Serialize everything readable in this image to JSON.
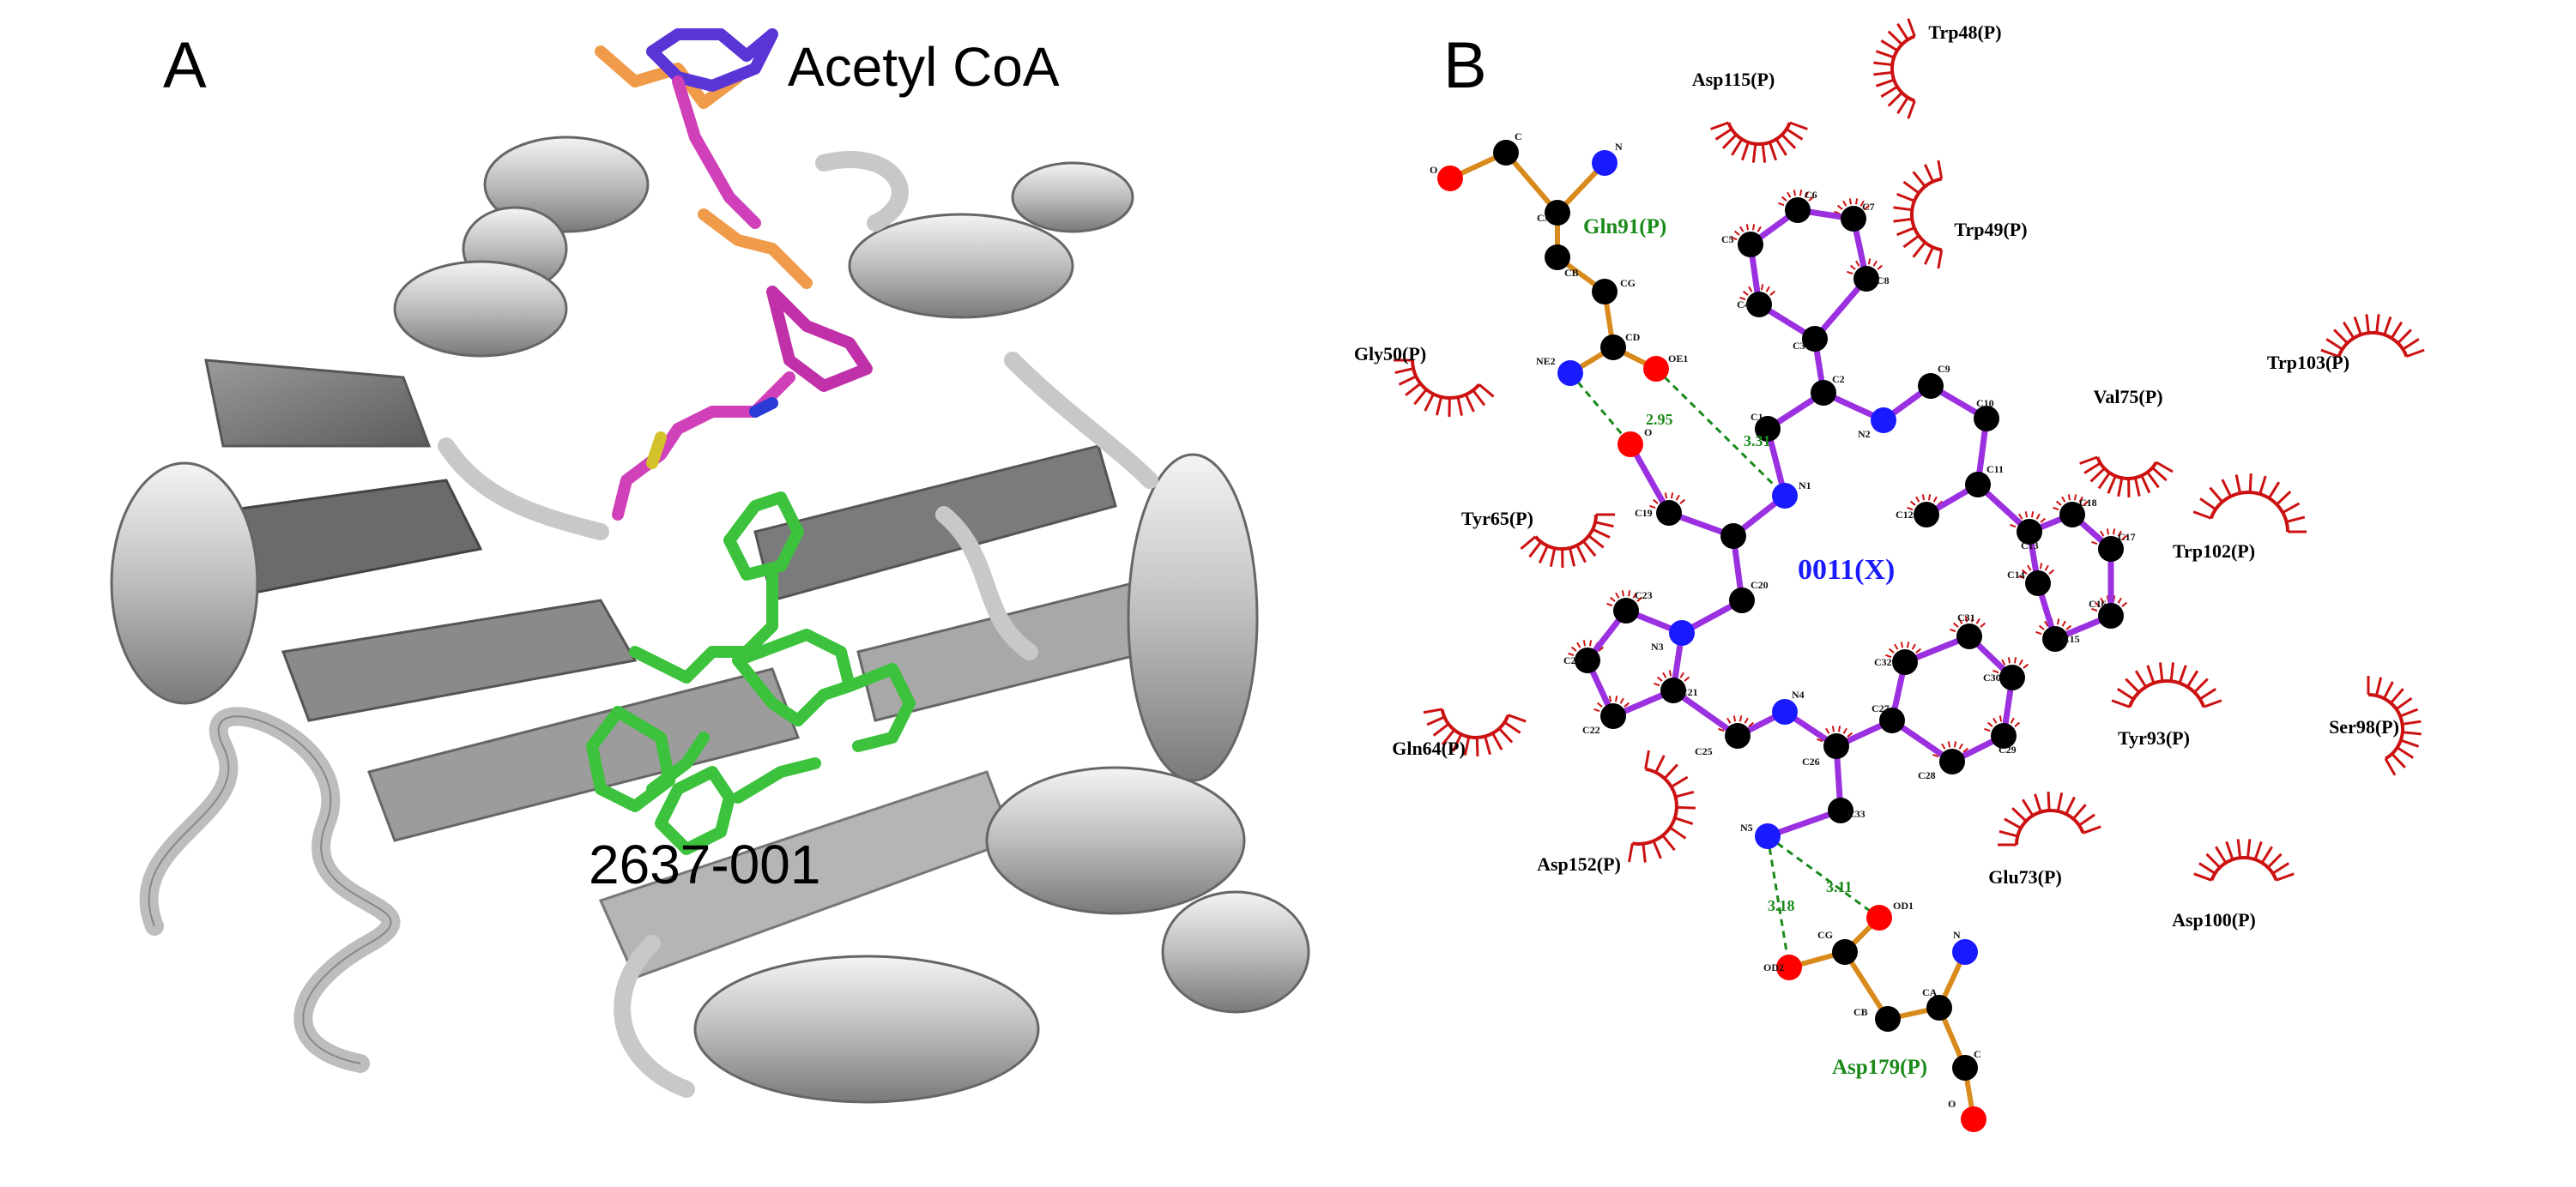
{
  "panel_a": {
    "letter": "A",
    "ligand_top_label": "Acetyl CoA",
    "ligand_bottom_label": "2637-001"
  },
  "panel_b": {
    "letter": "B",
    "ligand_name": "0011(X)",
    "colors": {
      "ligand_bond": "#9b30e0",
      "residue_bond": "#d98a1c",
      "carbon": "#000000",
      "nitrogen": "#1a1aff",
      "oxygen": "#ff0000",
      "hbond": "#1a8a1a",
      "hydrophobic_arc": "#cc1111",
      "hbond_label": "#1a8a1a",
      "ligand_label": "#1a1aff"
    },
    "hbond_residues": [
      {
        "name": "Gln91(P)"
      },
      {
        "name": "Asp179(P)"
      }
    ],
    "hbond_distances": [
      "2.95",
      "3.31",
      "3.18",
      "3.11"
    ],
    "hydrophobic_residues": [
      {
        "name": "Trp48(P)"
      },
      {
        "name": "Asp115(P)"
      },
      {
        "name": "Trp49(P)"
      },
      {
        "name": "Gly50(P)"
      },
      {
        "name": "Trp103(P)"
      },
      {
        "name": "Val75(P)"
      },
      {
        "name": "Tyr65(P)"
      },
      {
        "name": "Trp102(P)"
      },
      {
        "name": "Tyr93(P)"
      },
      {
        "name": "Ser98(P)"
      },
      {
        "name": "Gln64(P)"
      },
      {
        "name": "Asp152(P)"
      },
      {
        "name": "Glu73(P)"
      },
      {
        "name": "Asp100(P)"
      }
    ],
    "atom_labels": [
      "C",
      "N",
      "O",
      "CA",
      "CB",
      "CG",
      "CD",
      "OE1",
      "NE2",
      "C1",
      "C2",
      "C3",
      "C4",
      "C5",
      "C6",
      "C7",
      "C8",
      "C9",
      "C10",
      "C11",
      "C12",
      "C13",
      "C14",
      "C15",
      "C16",
      "C17",
      "C18",
      "C19",
      "C20",
      "C21",
      "C22",
      "C23",
      "C24",
      "C25",
      "C26",
      "C27",
      "C28",
      "C29",
      "C30",
      "C31",
      "C32",
      "C33",
      "N1",
      "N2",
      "N3",
      "N4",
      "N5",
      "O",
      "OD1",
      "OD2",
      "CG",
      "CA",
      "CB",
      "C",
      "N",
      "O"
    ]
  }
}
